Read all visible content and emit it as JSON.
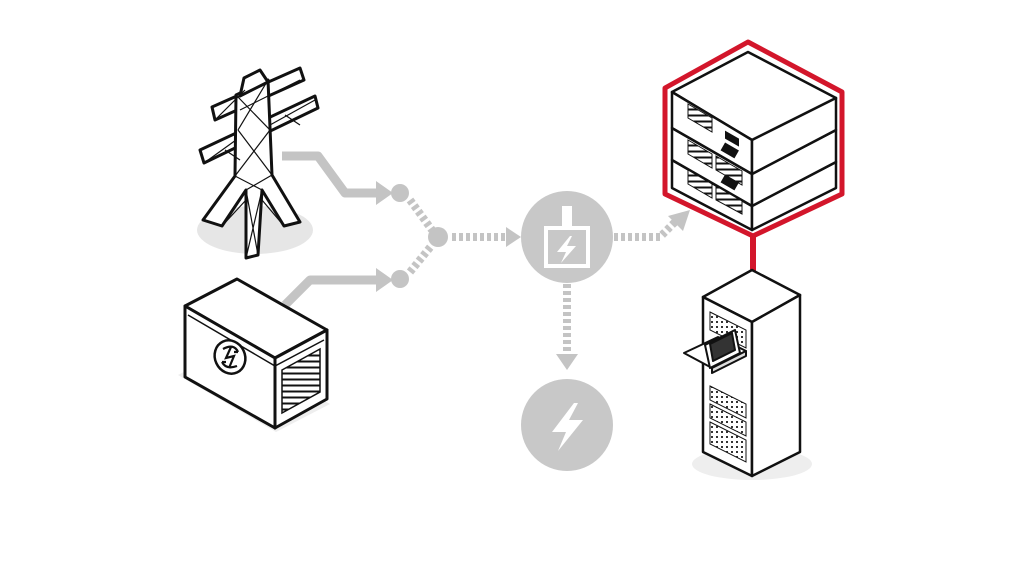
{
  "colors": {
    "background": "#ffffff",
    "flow_gray": "#c4c4c4",
    "switch_gray": "#c8c8c8",
    "outline": "#111111",
    "highlight_red": "#d3162b",
    "shadow_gray": "#e6e6e6"
  },
  "components": {
    "utility_tower": {
      "icon": "power-tower-icon"
    },
    "generator": {
      "icon": "generator-icon"
    },
    "transfer_switch": {
      "icon": "transfer-switch-icon"
    },
    "power_output": {
      "icon": "lightning-bolt-icon"
    },
    "ups_stack": {
      "icon": "ups-unit-icon",
      "highlighted": true
    },
    "server_rack": {
      "icon": "server-rack-icon"
    }
  },
  "connections": [
    {
      "from": "utility_tower",
      "to": "transfer_switch",
      "style": "solid-then-dotted"
    },
    {
      "from": "generator",
      "to": "transfer_switch",
      "style": "solid-then-dotted"
    },
    {
      "from": "transfer_switch",
      "to": "ups_stack",
      "style": "dotted"
    },
    {
      "from": "transfer_switch",
      "to": "power_output",
      "style": "dotted"
    },
    {
      "from": "ups_stack",
      "to": "server_rack",
      "style": "solid-red"
    }
  ]
}
